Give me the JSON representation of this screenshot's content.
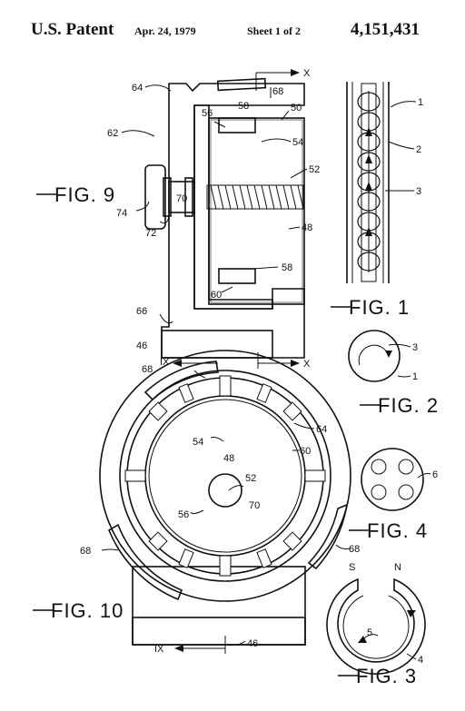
{
  "header": {
    "title": "U.S. Patent",
    "date": "Apr. 24, 1979",
    "sheet": "Sheet 1 of 2",
    "number": "4,151,431"
  },
  "figures": {
    "fig9": "FIG. 9",
    "fig1": "FIG. 1",
    "fig2": "FIG. 2",
    "fig4": "FIG. 4",
    "fig10": "FIG. 10",
    "fig3": "FIG. 3"
  },
  "labels": {
    "r1": "1",
    "r2": "2",
    "r3": "3",
    "r4": "4",
    "r5": "5",
    "r6": "6",
    "r46": "46",
    "r48": "48",
    "r50": "50",
    "r52": "52",
    "r54": "54",
    "r56": "56",
    "r58": "58",
    "r60": "60",
    "r62": "62",
    "r64": "64",
    "r66": "66",
    "r68": "68",
    "r70": "70",
    "r72": "72",
    "r74": "74",
    "X": "X",
    "IX": "IX",
    "S": "S",
    "N": "N"
  }
}
